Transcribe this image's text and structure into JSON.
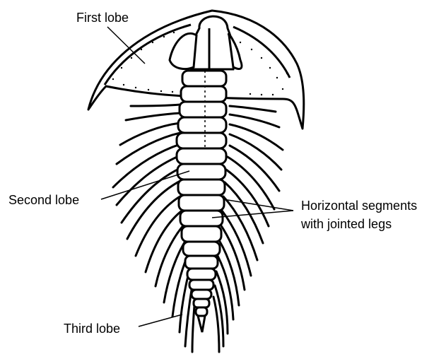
{
  "diagram": {
    "subject": "trilobite",
    "labels": {
      "first_lobe": "First lobe",
      "second_lobe": "Second lobe",
      "segments_line1": "Horizontal segments",
      "segments_line2": "with jointed legs",
      "third_lobe": "Third lobe"
    },
    "colors": {
      "ink": "#000000",
      "paper": "#ffffff"
    }
  }
}
